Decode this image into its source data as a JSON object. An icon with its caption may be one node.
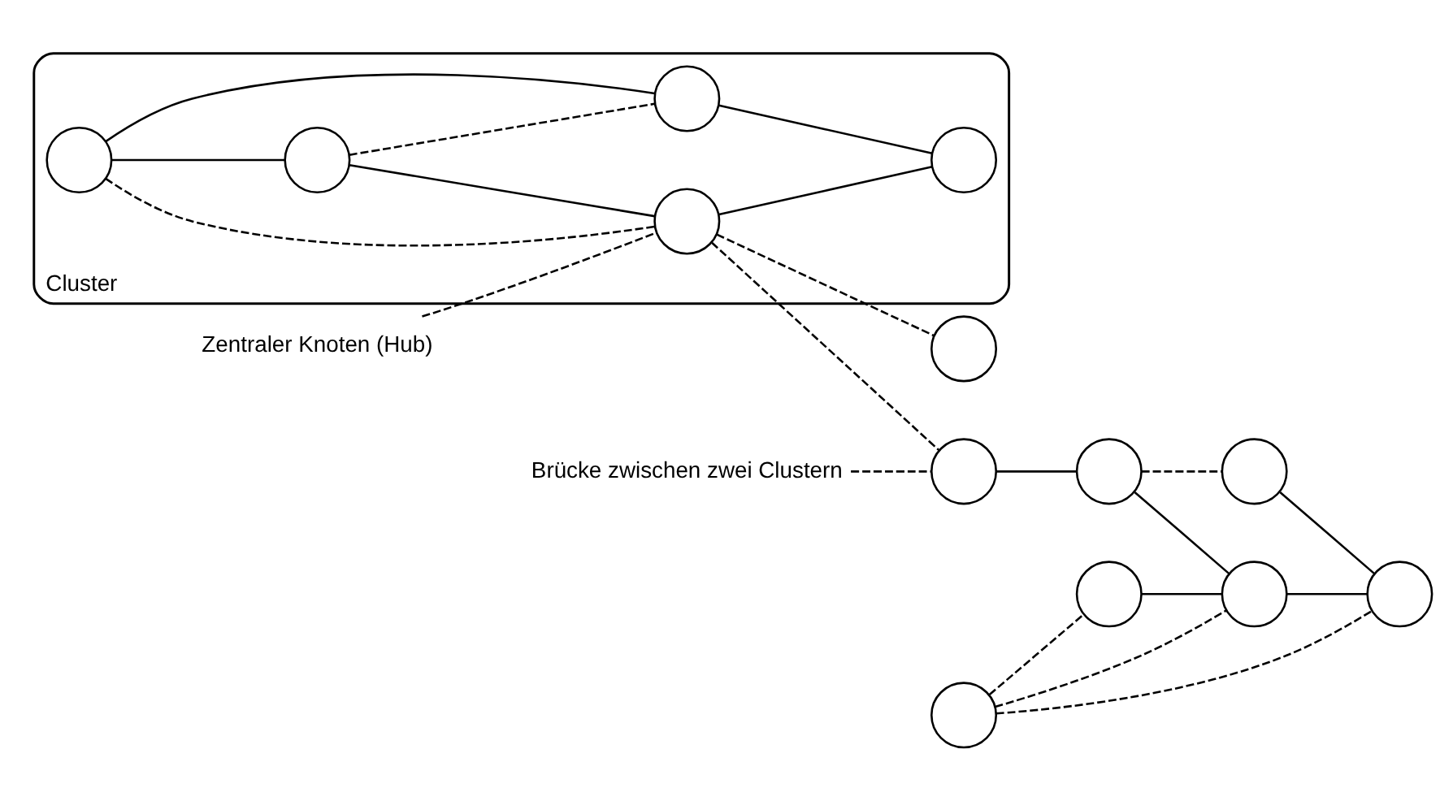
{
  "diagram": {
    "nodes": [
      {
        "text": [
          "Cluster"
        ]
      },
      {
        "text": [],
        "shape": "circle",
        "in": 0
      },
      {
        "text": [],
        "shape": "circle",
        "in": 0
      },
      {
        "text": [],
        "shape": "circle",
        "in": 0
      },
      {
        "text": [],
        "shape": "circle",
        "in": 0
      },
      {
        "text": [],
        "shape": "circle",
        "in": 0
      },
      {
        "text": [],
        "shape": "circle"
      },
      {
        "text": [],
        "shape": "circle"
      },
      {
        "text": [],
        "shape": "circle"
      },
      {
        "text": [],
        "shape": "circle"
      },
      {
        "text": [],
        "shape": "circle"
      },
      {
        "text": [],
        "shape": "circle"
      },
      {
        "text": [],
        "shape": "circle"
      },
      {
        "text": [],
        "shape": "circle"
      },
      {
        "text": [
          "Zentraler Knoten (Hub)"
        ]
      },
      {
        "text": [
          "Brücke zwischen zwei Clustern"
        ]
      }
    ],
    "edges": [
      {
        "from": 1,
        "to": 2,
        "arrow": "none"
      },
      {
        "from": 1,
        "to": 4,
        "arrow": "none"
      },
      {
        "from": 1,
        "to": 3,
        "arrow": "none",
        "style": "dashed"
      },
      {
        "from": 2,
        "to": 3,
        "arrow": "none"
      },
      {
        "from": 2,
        "to": 4,
        "arrow": "none",
        "style": "dashed"
      },
      {
        "from": 3,
        "to": 6,
        "arrow": "none",
        "style": "dashed"
      },
      {
        "from": 3,
        "to": 7,
        "arrow": "none",
        "style": "dashed"
      },
      {
        "from": 3,
        "to": 5,
        "arrow": "none"
      },
      {
        "from": 4,
        "to": 5,
        "arrow": "none"
      },
      {
        "from": 7,
        "to": 10,
        "arrow": "none"
      },
      {
        "from": 8,
        "to": 9,
        "arrow": "none",
        "style": "dashed"
      },
      {
        "from": 8,
        "to": 11,
        "arrow": "none",
        "style": "dashed"
      },
      {
        "from": 8,
        "to": 13,
        "arrow": "none",
        "style": "dashed"
      },
      {
        "from": 10,
        "to": 11,
        "arrow": "none"
      },
      {
        "from": 10,
        "to": 12,
        "arrow": "none",
        "style": "dashed"
      },
      {
        "from": 9,
        "to": 11,
        "arrow": "none"
      },
      {
        "from": 11,
        "to": 13,
        "arrow": "none"
      },
      {
        "from": 12,
        "to": 13,
        "arrow": "none"
      },
      {
        "from": 14,
        "to": 3,
        "arrow": "none",
        "style": "dashed"
      },
      {
        "from": 15,
        "to": 7,
        "arrow": "none",
        "style": "dashed"
      }
    ]
  }
}
